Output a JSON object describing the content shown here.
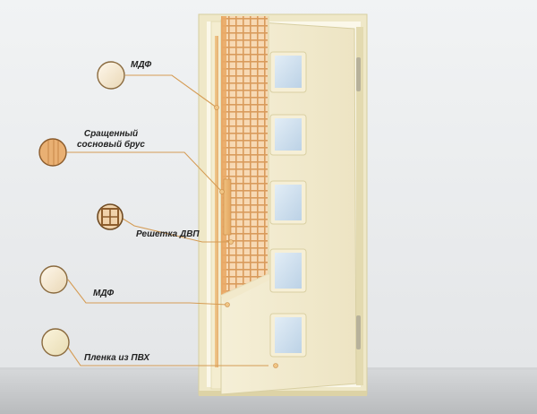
{
  "labels": {
    "mdf_top": "МДФ",
    "beam_line1": "Сращенный",
    "beam_line2": "сосновый брус",
    "grid": "Решетка ДВП",
    "mdf_bottom": "МДФ",
    "film": "Пленка из ПВХ"
  },
  "colors": {
    "wall": "#eceeef",
    "floor": "#c9cbcd",
    "door_face": "#f1ead0",
    "frame": "#ece5c2",
    "glass": "#cfe0ee",
    "pine": "#eab06c",
    "leader_line": "#d59c55"
  },
  "icons": [
    "mdf-swatch-icon",
    "pine-beam-swatch-icon",
    "fiberboard-grid-swatch-icon",
    "mdf-swatch-icon",
    "pvc-film-swatch-icon"
  ]
}
